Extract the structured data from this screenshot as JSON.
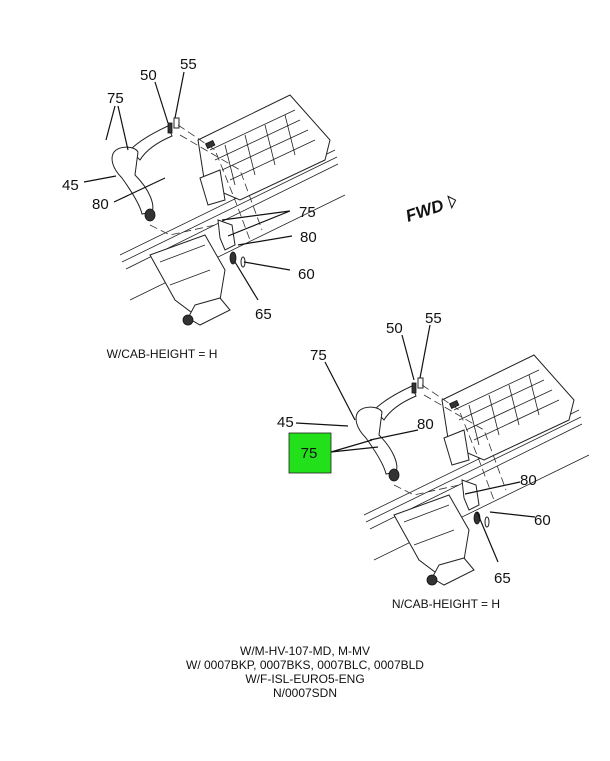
{
  "diagram": {
    "upper": {
      "caption": "W/CAB-HEIGHT = H",
      "callouts": {
        "c50": "50",
        "c55": "55",
        "c75a": "75",
        "c45": "45",
        "c80a": "80",
        "c75b": "75",
        "c80b": "80",
        "c60": "60",
        "c65": "65"
      }
    },
    "lower": {
      "caption": "N/CAB-HEIGHT = H",
      "callouts": {
        "c50": "50",
        "c55": "55",
        "c75a": "75",
        "c45": "45",
        "c80a": "80",
        "c75b": "75",
        "c80b": "80",
        "c60": "60",
        "c65": "65"
      },
      "highlighted_callout": "75",
      "highlight_color": "#22e01a"
    },
    "direction_marker": "FWD"
  },
  "notes": [
    "W/M-HV-107-MD, M-MV",
    "W/ 0007BKP, 0007BKS, 0007BLC, 0007BLD",
    "W/F-ISL-EURO5-ENG",
    "N/0007SDN"
  ]
}
